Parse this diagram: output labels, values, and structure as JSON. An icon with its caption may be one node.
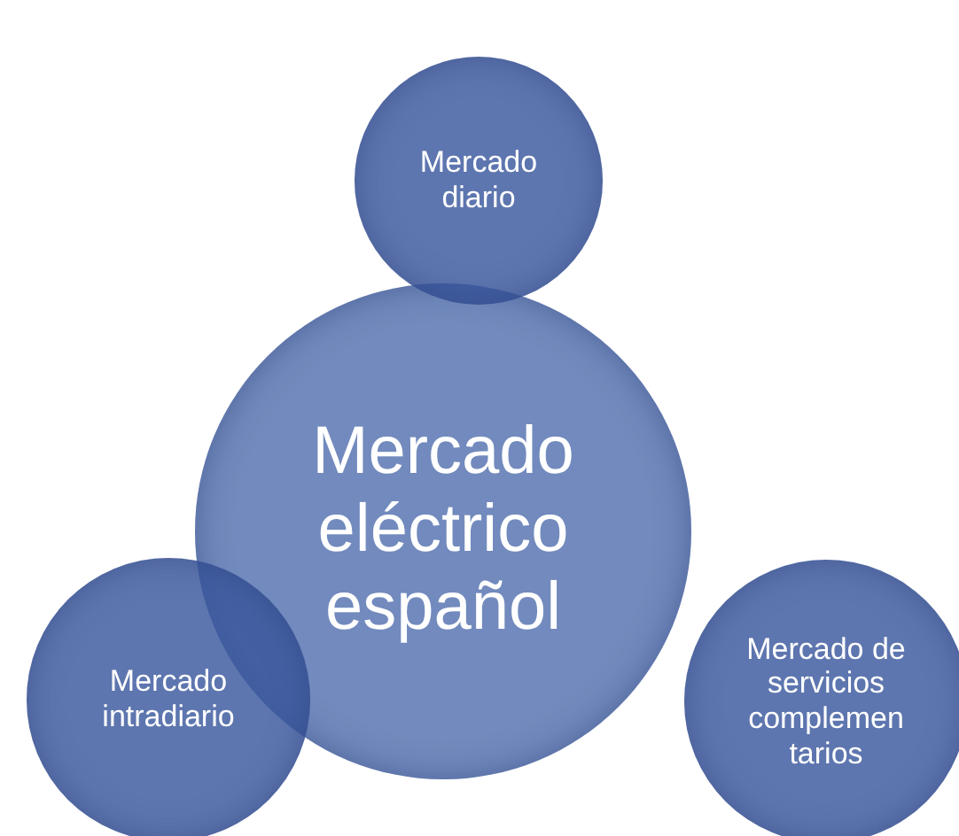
{
  "diagram": {
    "nodes": [
      {
        "text": [
          "Mercado diario"
        ]
      },
      {
        "text": [
          "Mercado eléctrico español"
        ]
      },
      {
        "text": [
          "Mercado intradiario"
        ]
      },
      {
        "text": [
          "Mercado de servicios complemen tarios"
        ]
      }
    ]
  }
}
